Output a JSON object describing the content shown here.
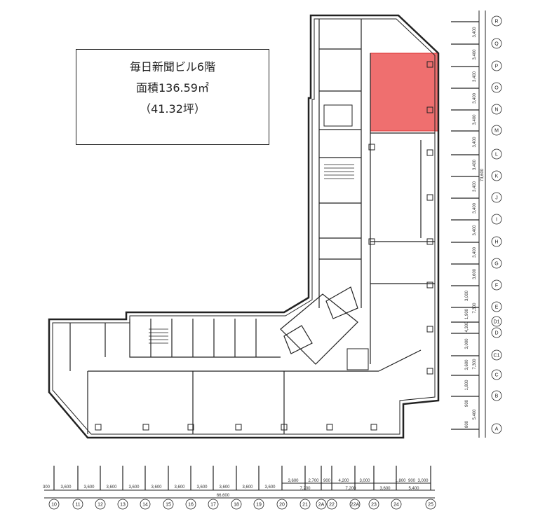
{
  "info": {
    "title": "毎日新聞ビル6階",
    "area": "面積136.59㎡",
    "tsubo": "（41.32坪）"
  },
  "highlight_color": "#ef6f6f",
  "right_axis": {
    "labels": [
      "R",
      "Q",
      "P",
      "O",
      "N",
      "M",
      "L",
      "K",
      "J",
      "I",
      "H",
      "G",
      "F",
      "E",
      "D1",
      "D",
      "C1",
      "C",
      "B",
      "A"
    ],
    "dims": [
      "3,400",
      "3,400",
      "3,400",
      "3,400",
      "3,400",
      "3,400",
      "3,400",
      "3,400",
      "3,400",
      "3,400",
      "3,400",
      "3,600",
      "3,000",
      "1,900",
      "4,300",
      "3,000",
      "3,600",
      "1,800",
      "900",
      "5,400",
      "800"
    ],
    "subtotals": [
      "7,300",
      "7,300"
    ],
    "total": "73,600"
  },
  "bottom_axis": {
    "labels": [
      "10",
      "11",
      "12",
      "13",
      "14",
      "15",
      "16",
      "17",
      "18",
      "19",
      "20",
      "21",
      "2A",
      "22",
      "22A",
      "23",
      "24",
      "25"
    ],
    "dims": [
      "300",
      "3,600",
      "3,600",
      "3,600",
      "3,600",
      "3,600",
      "3,600",
      "3,600",
      "3,600",
      "3,600",
      "3,600",
      "7,200",
      "7,200",
      "3,600",
      "5,400"
    ],
    "sub_dims": [
      "3,600",
      "2,700",
      "900",
      "4,200",
      "3,000",
      "1,800",
      "900",
      "3,000"
    ],
    "total": "66,600"
  }
}
